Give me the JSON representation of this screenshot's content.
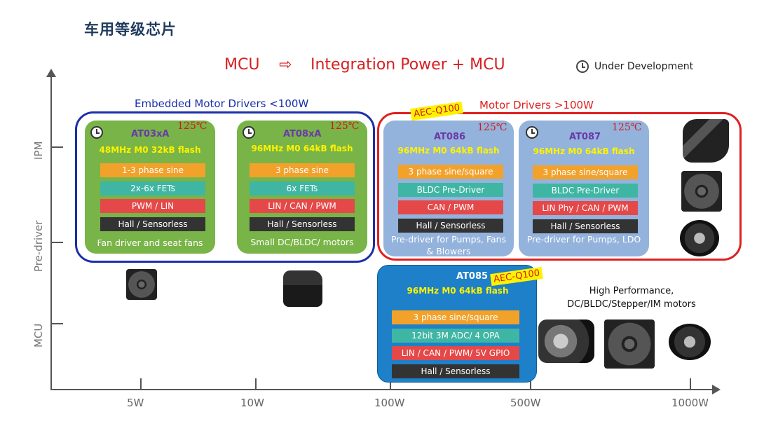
{
  "title": "车用等级芯片",
  "headline": {
    "left": "MCU",
    "arrow": "⇨",
    "right": "Integration Power + MCU"
  },
  "legend": {
    "icon": "clock-icon",
    "label": "Under Development"
  },
  "axes": {
    "y_labels": [
      "IPM",
      "Pre-driver",
      "MCU"
    ],
    "x_labels": [
      "5W",
      "10W",
      "100W",
      "500W",
      "1000W"
    ]
  },
  "groups": {
    "embedded": {
      "title": "Embedded Motor Drivers <100W",
      "border_color": "#1a2fa8"
    },
    "motor": {
      "title": "Motor Drivers >100W",
      "border_color": "#e02020"
    }
  },
  "cards": [
    {
      "chip": "AT03xA",
      "temp": "125℃",
      "freq": "48MHz M0 32kB flash",
      "features": [
        "1-3 phase sine",
        "2x-6x FETs",
        "PWM / LIN",
        "Hall / Sensorless"
      ],
      "desc": "Fan driver and seat fans",
      "under_development": true
    },
    {
      "chip": "AT08xA",
      "temp": "125℃",
      "freq": "96MHz M0 64kB flash",
      "features": [
        "3 phase sine",
        "6x FETs",
        "LIN / CAN / PWM",
        "Hall / Sensorless"
      ],
      "desc": "Small DC/BLDC/ motors",
      "under_development": true
    },
    {
      "chip": "AT086",
      "temp": "125℃",
      "freq": "96MHz M0 64kB flash",
      "features": [
        "3 phase sine/square",
        "BLDC Pre-Driver",
        "CAN / PWM",
        "Hall / Sensorless"
      ],
      "desc": "Pre-driver for Pumps, Fans & Blowers",
      "under_development": false
    },
    {
      "chip": "AT087",
      "temp": "125℃",
      "freq": "96MHz M0 64kB flash",
      "features": [
        "3 phase sine/square",
        "BLDC Pre-Driver",
        "LIN Phy / CAN / PWM",
        "Hall / Sensorless"
      ],
      "desc": "Pre-driver for Pumps, LDO",
      "under_development": true
    },
    {
      "chip": "AT085",
      "temp": "",
      "freq": "96MHz M0 64kB flash",
      "features": [
        "3 phase sine/square",
        "12bit 3M ADC/ 4 OPA",
        "LIN / CAN / PWM/ 5V GPIO",
        "Hall / Sensorless"
      ],
      "desc": "",
      "under_development": false
    }
  ],
  "badges": {
    "aec_top": "AEC-Q100",
    "aec_mcu": "AEC-Q100"
  },
  "high_performance": {
    "line1": "High Performance,",
    "line2": "DC/BLDC/Stepper/IM motors"
  },
  "colors": {
    "accent_red": "#d62020",
    "green_card": "#78b447",
    "blue_card": "#93b3dc",
    "mcu_card": "#1d80c8",
    "freq_text": "#fff200"
  }
}
